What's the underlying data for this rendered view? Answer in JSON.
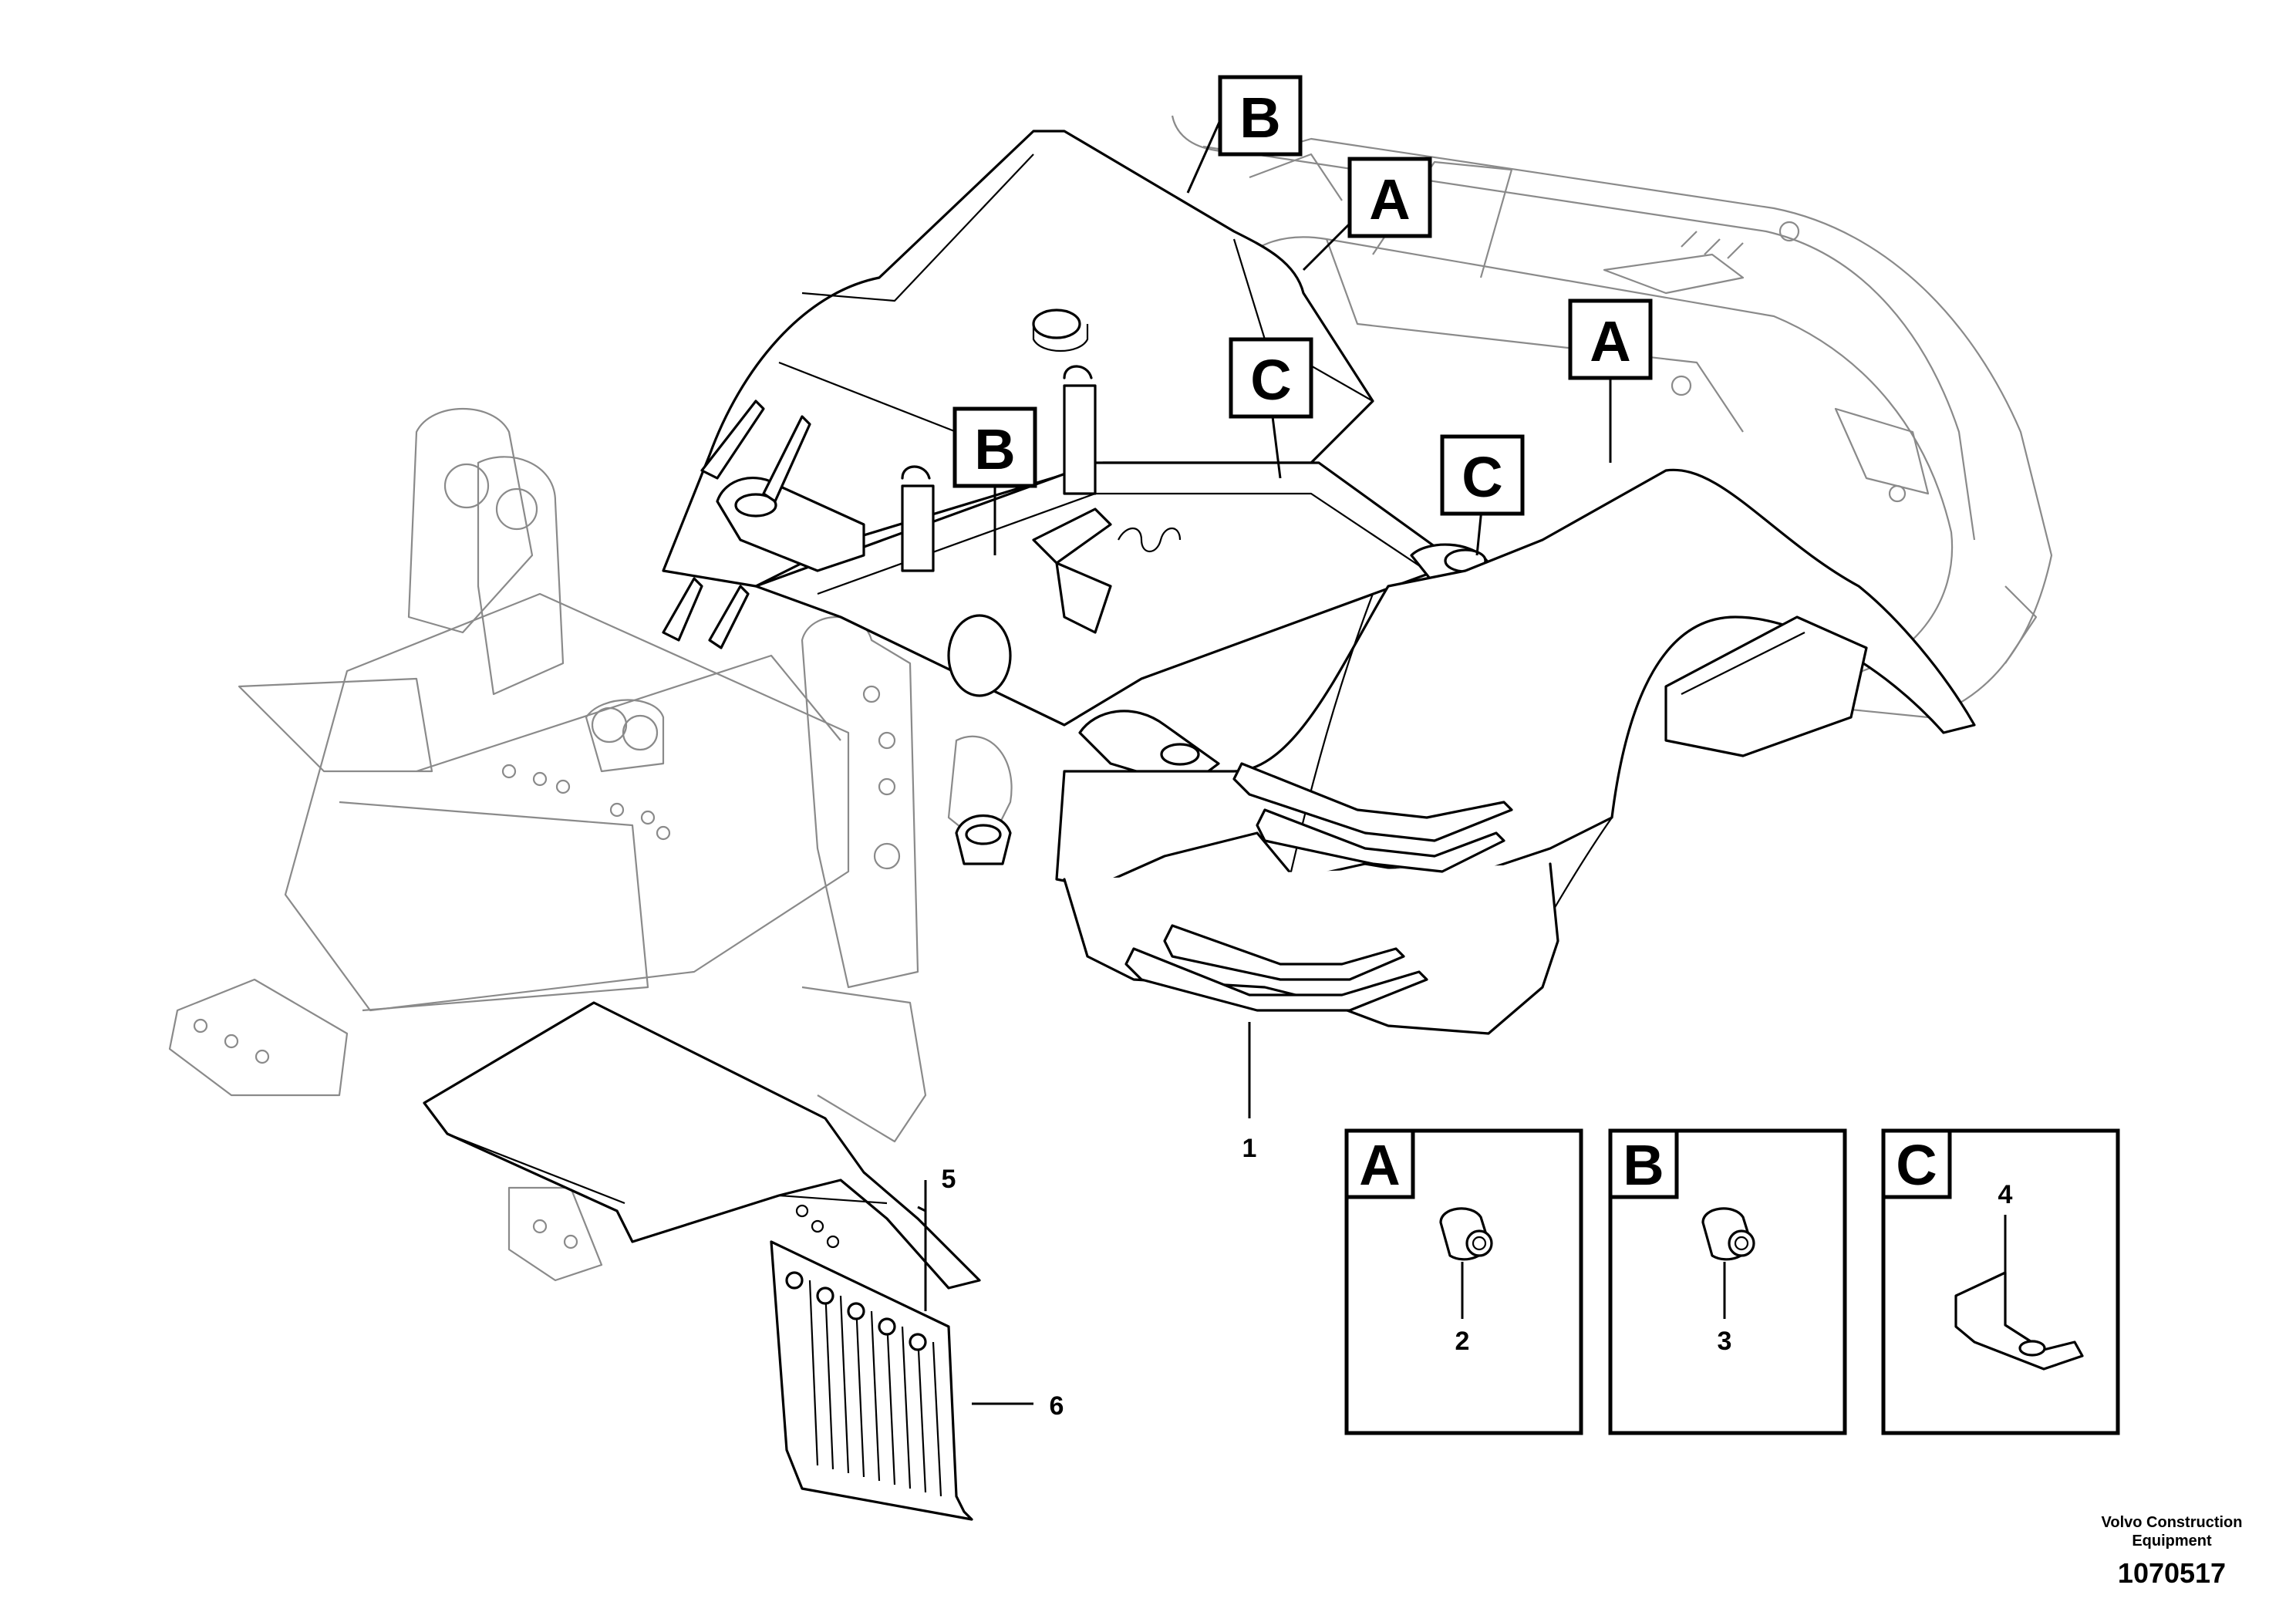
{
  "callouts": {
    "top_b": "B",
    "top_a": "A",
    "right_a": "A",
    "mid_c": "C",
    "mid_b": "B",
    "right_c": "C"
  },
  "part_numbers": {
    "p1": "1",
    "p2": "2",
    "p3": "3",
    "p4": "4",
    "p5": "5",
    "p6": "6"
  },
  "detail_views": [
    {
      "letter": "A",
      "part": "2"
    },
    {
      "letter": "B",
      "part": "3"
    },
    {
      "letter": "C",
      "part": "4"
    }
  ],
  "footer": {
    "company_line1": "Volvo Construction",
    "company_line2": "Equipment",
    "drawing_number": "1070517"
  }
}
